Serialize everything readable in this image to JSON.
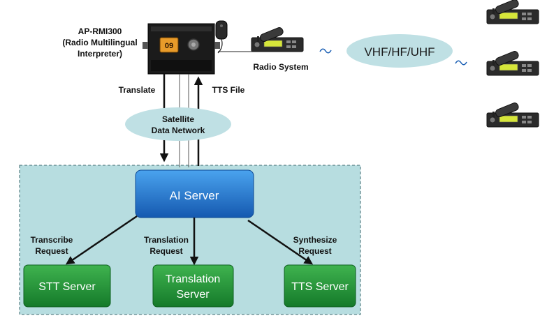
{
  "device": {
    "name": "AP-RMI300",
    "subtitle_line1": "(Radio Multilingual",
    "subtitle_line2": "Interpreter)",
    "screen_value": "09"
  },
  "radio_system": {
    "label": "Radio System"
  },
  "radio_network": {
    "label": "VHF/HF/UHF"
  },
  "satellite": {
    "line1": "Satellite",
    "line2": "Data Network"
  },
  "links": {
    "translate": "Translate",
    "tts_file": "TTS File"
  },
  "ai_server": {
    "label": "AI Server"
  },
  "requests": {
    "transcribe_line1": "Transcribe",
    "transcribe_line2": "Request",
    "translation_line1": "Translation",
    "translation_line2": "Request",
    "synthesize_line1": "Synthesize",
    "synthesize_line2": "Request"
  },
  "servers": {
    "stt": "STT Server",
    "translation_line1": "Translation",
    "translation_line2": "Server",
    "tts": "TTS Server"
  },
  "colors": {
    "cloud": "#bfe0e4",
    "cloud_region": "#b7dde0",
    "ai_blue": "#1f6fc6",
    "server_green": "#22933a",
    "arrow": "#111111",
    "radio_body": "#2b2b2b",
    "radio_screen": "#d6e63a"
  }
}
